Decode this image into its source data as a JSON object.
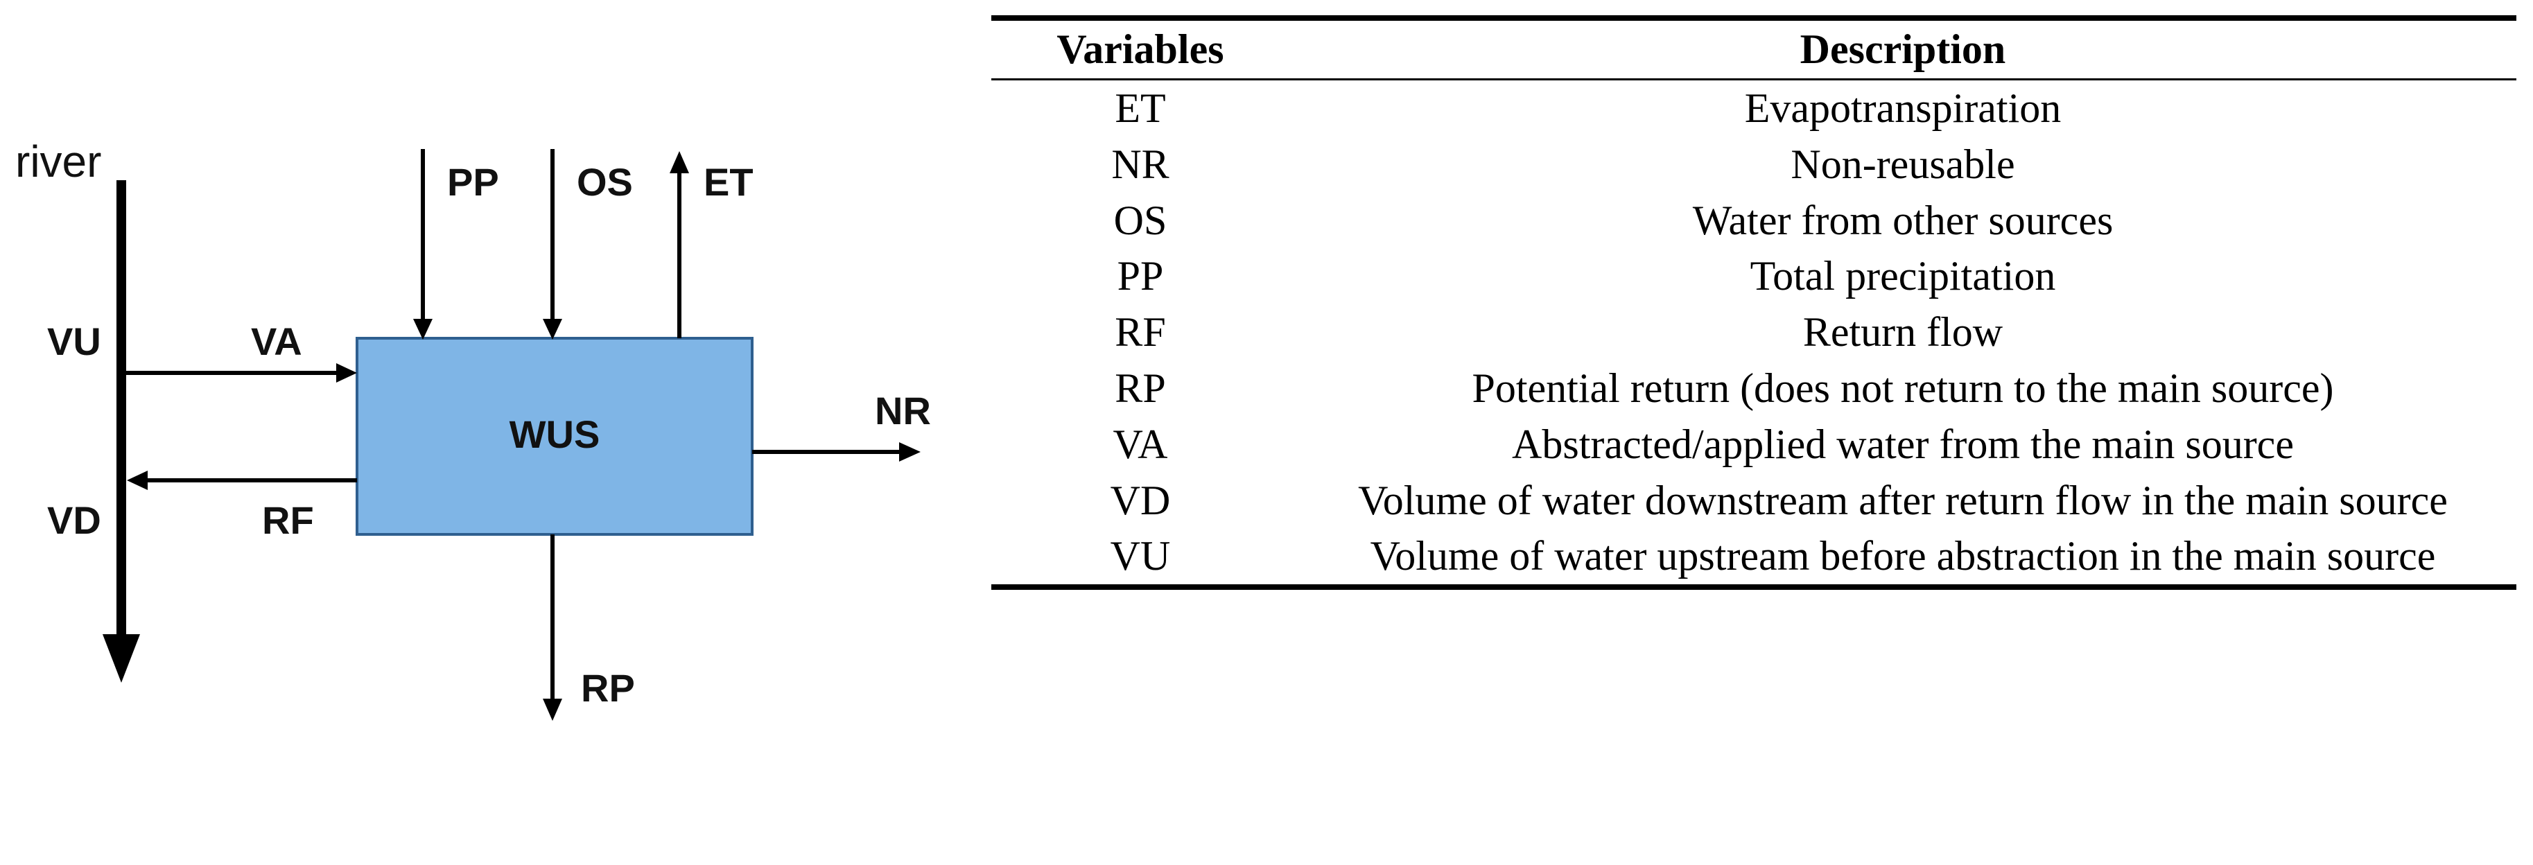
{
  "diagram": {
    "river_label": "river",
    "box_label": "WUS",
    "box_color": "#7fb5e6",
    "labels": {
      "pp": "PP",
      "os": "OS",
      "et": "ET",
      "vu": "VU",
      "va": "VA",
      "nr": "NR",
      "vd": "VD",
      "rf": "RF",
      "rp": "RP"
    }
  },
  "table": {
    "headers": [
      "Variables",
      "Description"
    ],
    "rows": [
      {
        "var": "ET",
        "desc": "Evapotranspiration"
      },
      {
        "var": "NR",
        "desc": "Non-reusable"
      },
      {
        "var": "OS",
        "desc": "Water from other sources"
      },
      {
        "var": "PP",
        "desc": "Total precipitation"
      },
      {
        "var": "RF",
        "desc": "Return flow"
      },
      {
        "var": "RP",
        "desc": "Potential return (does not return to the main source)"
      },
      {
        "var": "VA",
        "desc": "Abstracted/applied water from the main source"
      },
      {
        "var": "VD",
        "desc": "Volume of water downstream after return flow in the main source"
      },
      {
        "var": "VU",
        "desc": "Volume of water upstream before abstraction in the main source"
      }
    ]
  }
}
